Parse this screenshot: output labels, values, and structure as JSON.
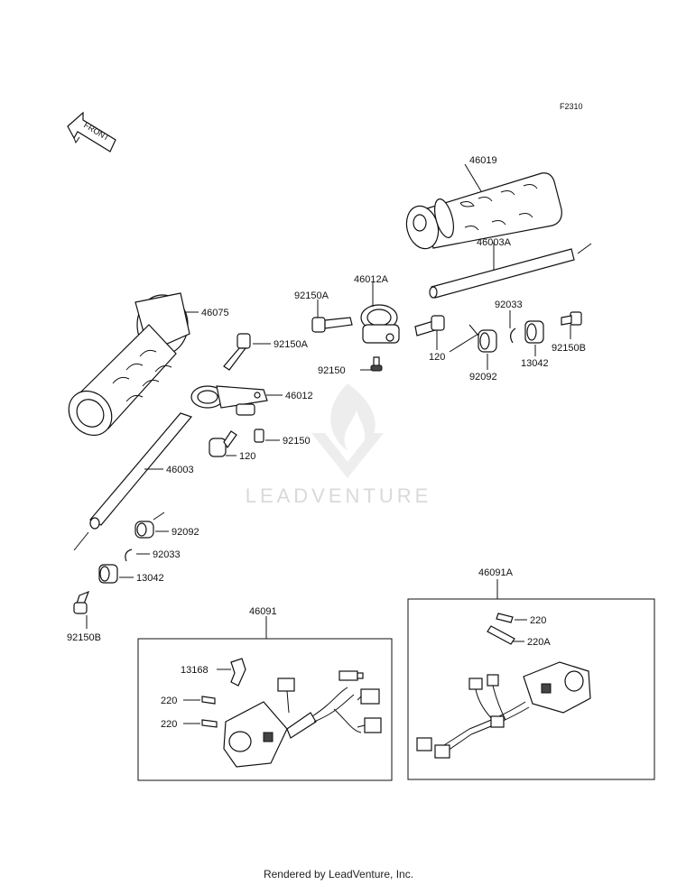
{
  "figure_code": "F2310",
  "front_arrow": {
    "text": "FRONT",
    "icon": "front-arrow-icon"
  },
  "labels": {
    "p46019": "46019",
    "p46003A": "46003A",
    "p46012A": "46012A",
    "p92150A_top": "92150A",
    "p92150A_mid": "92150A",
    "p46075": "46075",
    "p92033_right": "92033",
    "p120_right": "120",
    "p92150B_right": "92150B",
    "p13042_right": "13042",
    "p92150_top": "92150",
    "p92092_right": "92092",
    "p46012": "46012",
    "p92150_mid": "92150",
    "p120_left": "120",
    "p46003": "46003",
    "p92092_left": "92092",
    "p92033_left": "92033",
    "p13042_left": "13042",
    "p92150B_left": "92150B",
    "p46091": "46091",
    "p13168": "13168",
    "p220_a": "220",
    "p220_b": "220",
    "p46091A": "46091A",
    "p220_c": "220",
    "p220A": "220A"
  },
  "watermark": {
    "text": "LEADVENTURE",
    "icon": "leadventure-flame-logo"
  },
  "footer": {
    "text": "Rendered by LeadVenture, Inc."
  }
}
